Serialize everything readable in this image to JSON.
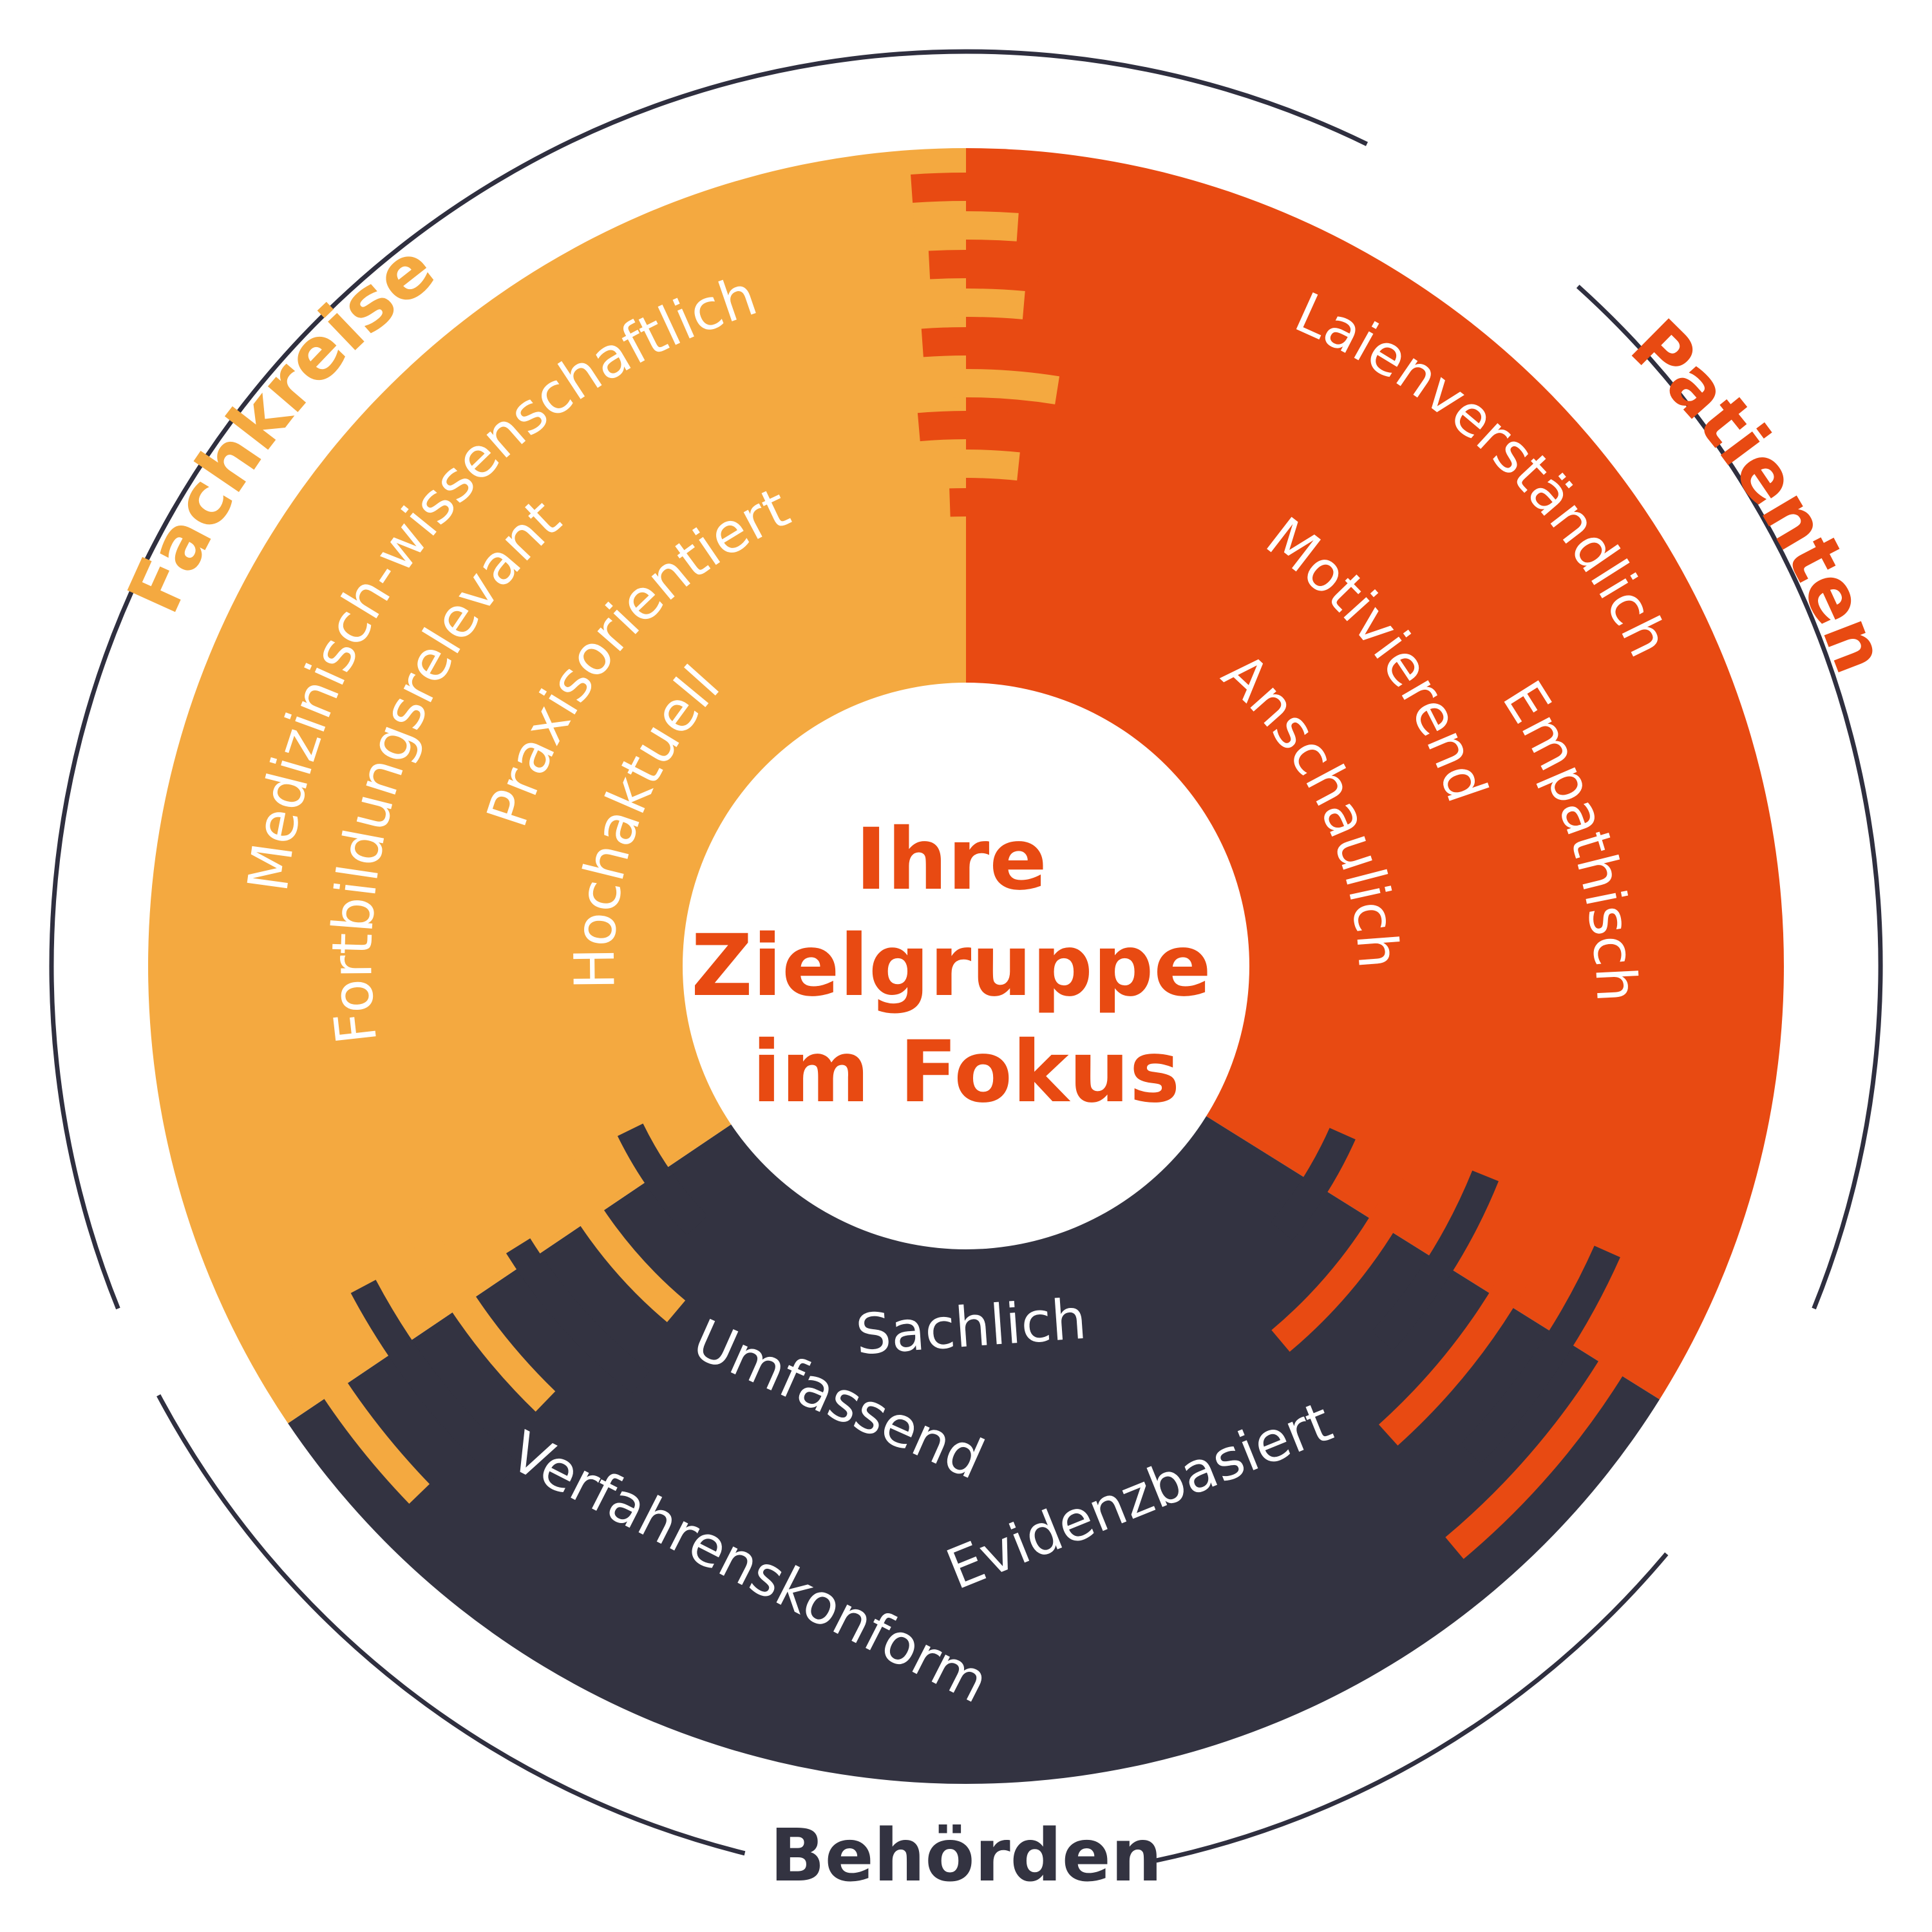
{
  "colors": {
    "fachkreise": "#F4A940",
    "patienten": "#E84A12",
    "behoerden": "#333341",
    "outline": "#2F2F3F",
    "background": "#FFFFFF"
  },
  "center": {
    "lines": [
      "Ihre",
      "Zielgruppe",
      "im Fokus"
    ]
  },
  "groups": {
    "fachkreise": {
      "label": "Fachkreise",
      "attributes": [
        "Medizinisch-wissenschaftlich",
        "Fortbildungsrelevant",
        "Praxisorientiert",
        "Hochaktuell"
      ]
    },
    "patienten": {
      "label": "Patienten",
      "attributes": [
        "Laienverständlich",
        "Empathisch",
        "Motivierend",
        "Anschaulich"
      ]
    },
    "behoerden": {
      "label": "Behörden",
      "attributes": [
        "Sachlich",
        "Umfassend",
        "Evidenzbasiert",
        "Verfahrenskonform"
      ]
    }
  }
}
